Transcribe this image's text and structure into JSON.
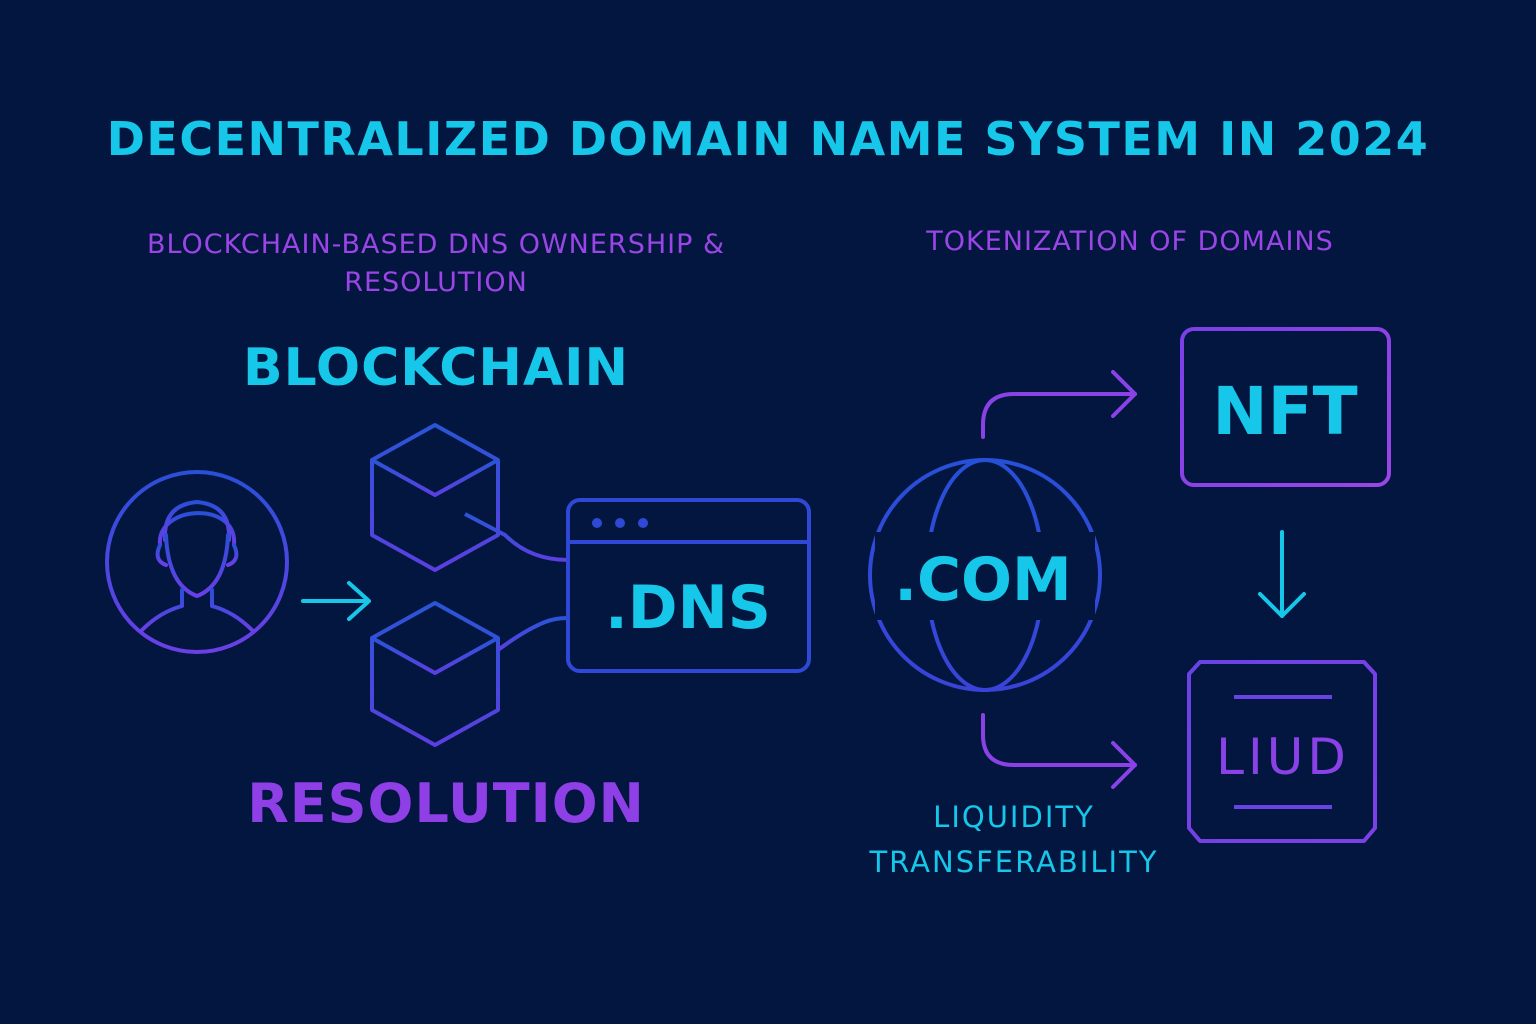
{
  "title": "DECENTRALIZED DOMAIN NAME SYSTEM IN 2024",
  "left_panel": {
    "subtitle": "BLOCKCHAIN-BASED DNS OWNERSHIP & RESOLUTION",
    "blockchain_label": "BLOCKCHAIN",
    "resolution_label": "RESOLUTION",
    "dns_label": ".DNS"
  },
  "right_panel": {
    "subtitle": "TOKENIZATION OF DOMAINS",
    "com_label": ".COM",
    "nft_label": "NFT",
    "liud_label": "LIUD",
    "liquidity_label": "LIQUIDITY",
    "transferability_label": "TRANSFERABILITY"
  },
  "icons": [
    "user-icon",
    "arrow-right-icon",
    "blockchain-cubes-icon",
    "browser-window-icon",
    "globe-icon",
    "arrow-down-icon",
    "token-frame-icon"
  ],
  "colors": {
    "background": "#021640",
    "cyan": "#16c7e9",
    "purple": "#9b45e6",
    "blue": "#2f4fd8"
  }
}
